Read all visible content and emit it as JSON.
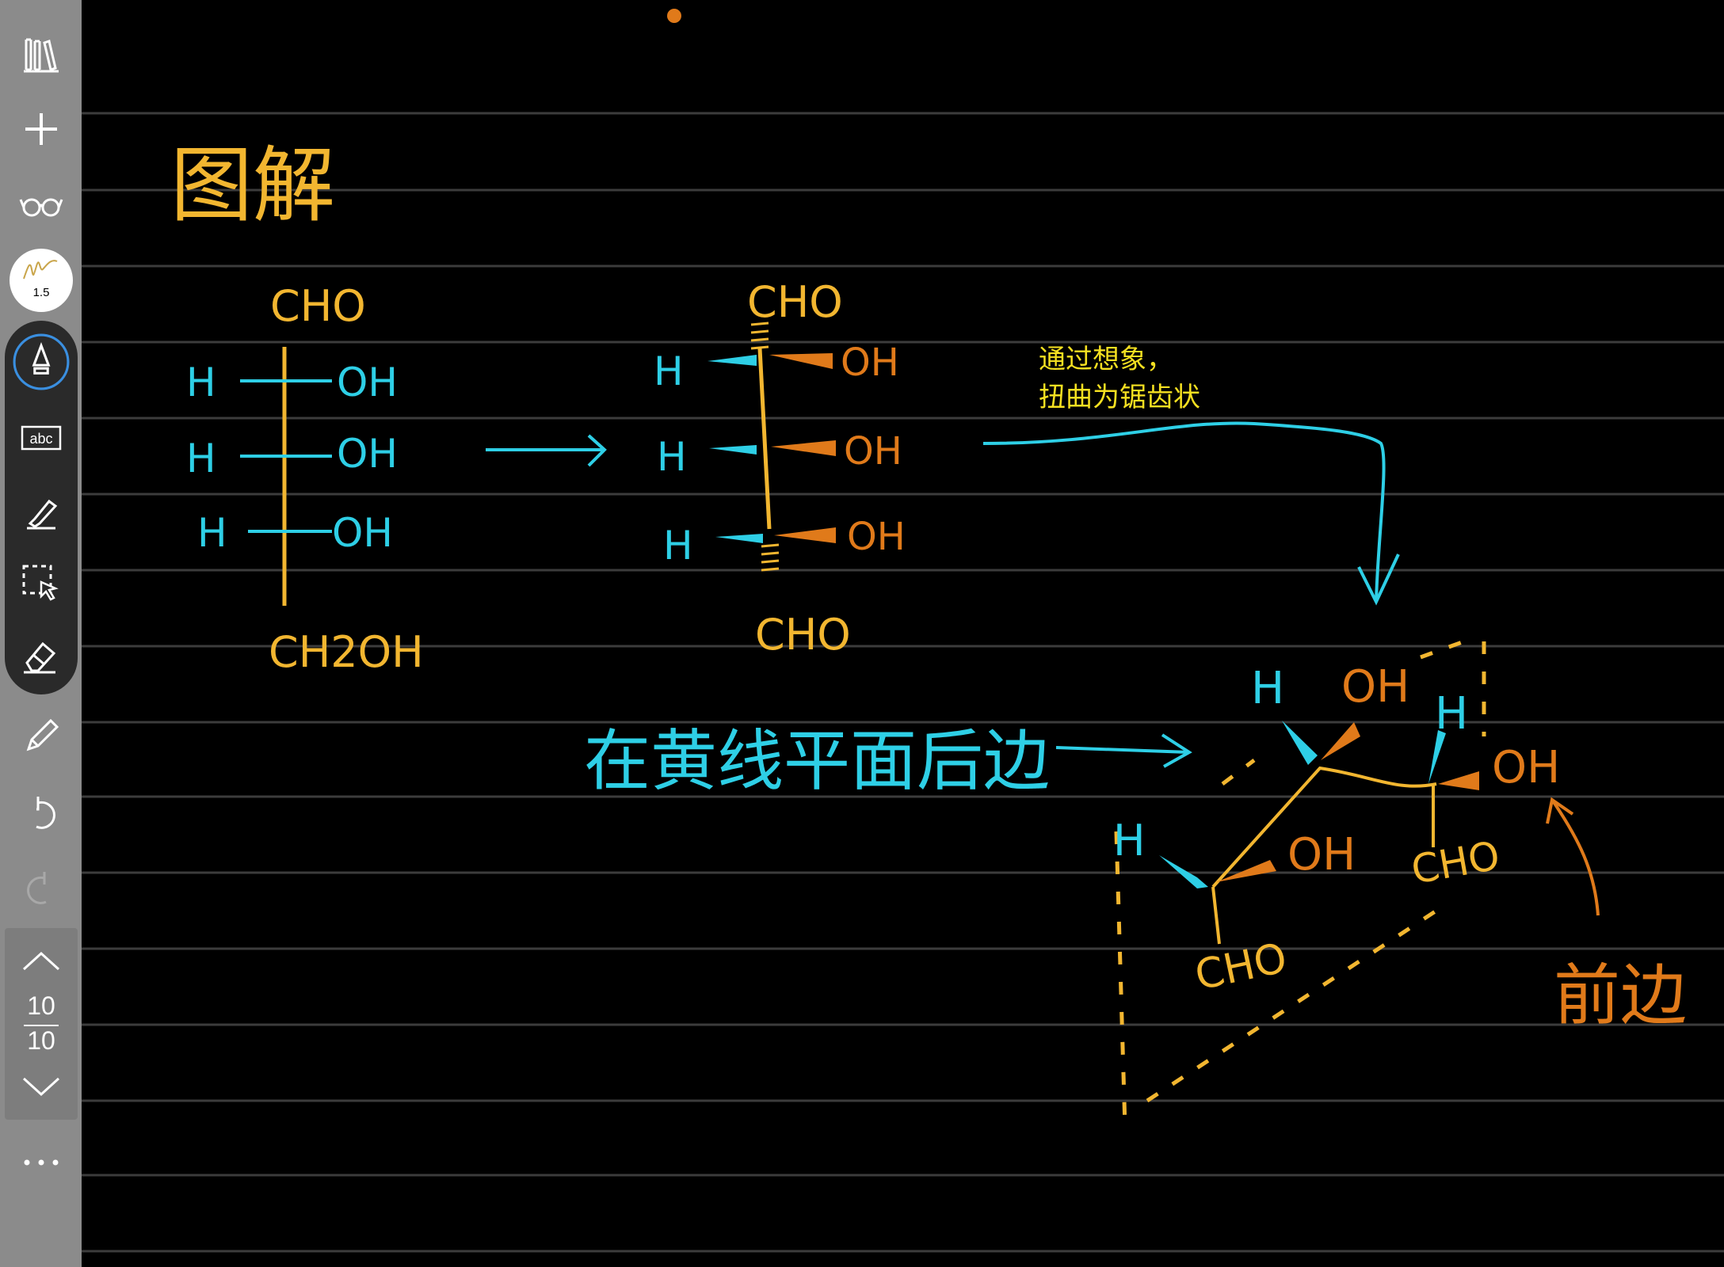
{
  "app": {
    "colors": {
      "background": "#000000",
      "sidebar": "#8b8b8b",
      "ruling": "#3c3c3c",
      "yellow": "#f2b630",
      "cyan": "#2ecfe6",
      "orange": "#e07a1a",
      "note": "#f5e021"
    }
  },
  "sidebar": {
    "items": [
      {
        "name": "library-icon"
      },
      {
        "name": "add-icon"
      },
      {
        "name": "reading-glasses-icon"
      },
      {
        "name": "fountain-pen-icon"
      },
      {
        "name": "text-box-icon",
        "label": "abc"
      },
      {
        "name": "highlighter-icon"
      },
      {
        "name": "lasso-select-icon"
      },
      {
        "name": "eraser-icon"
      },
      {
        "name": "pencil-icon"
      },
      {
        "name": "undo-icon"
      },
      {
        "name": "redo-icon"
      },
      {
        "name": "more-icon"
      }
    ],
    "pen_size": "1.5",
    "page": {
      "current": "10",
      "total": "10"
    }
  },
  "canvas": {
    "heading": "图解",
    "fischer": {
      "top": "CHO",
      "bottom": "CH2OH",
      "rows": [
        {
          "left": "H",
          "right": "OH"
        },
        {
          "left": "H",
          "right": "OH"
        },
        {
          "left": "H",
          "right": "OH"
        }
      ]
    },
    "wedge": {
      "top": "CHO",
      "bottom": "CHO",
      "rows": [
        {
          "left": "H",
          "right": "OH"
        },
        {
          "left": "H",
          "right": "OH"
        },
        {
          "left": "H",
          "right": "OH"
        }
      ]
    },
    "note": {
      "line1": "通过想象，",
      "line2": "扭曲为锯齿状"
    },
    "behind_label": "在黄线平面后边",
    "front_label": "前边",
    "sawhorse": {
      "h1": "H",
      "oh1": "OH",
      "h2": "H",
      "oh2": "OH",
      "h3": "H",
      "oh3": "OH",
      "cho_left": "CHO",
      "cho_right": "CHO"
    }
  }
}
